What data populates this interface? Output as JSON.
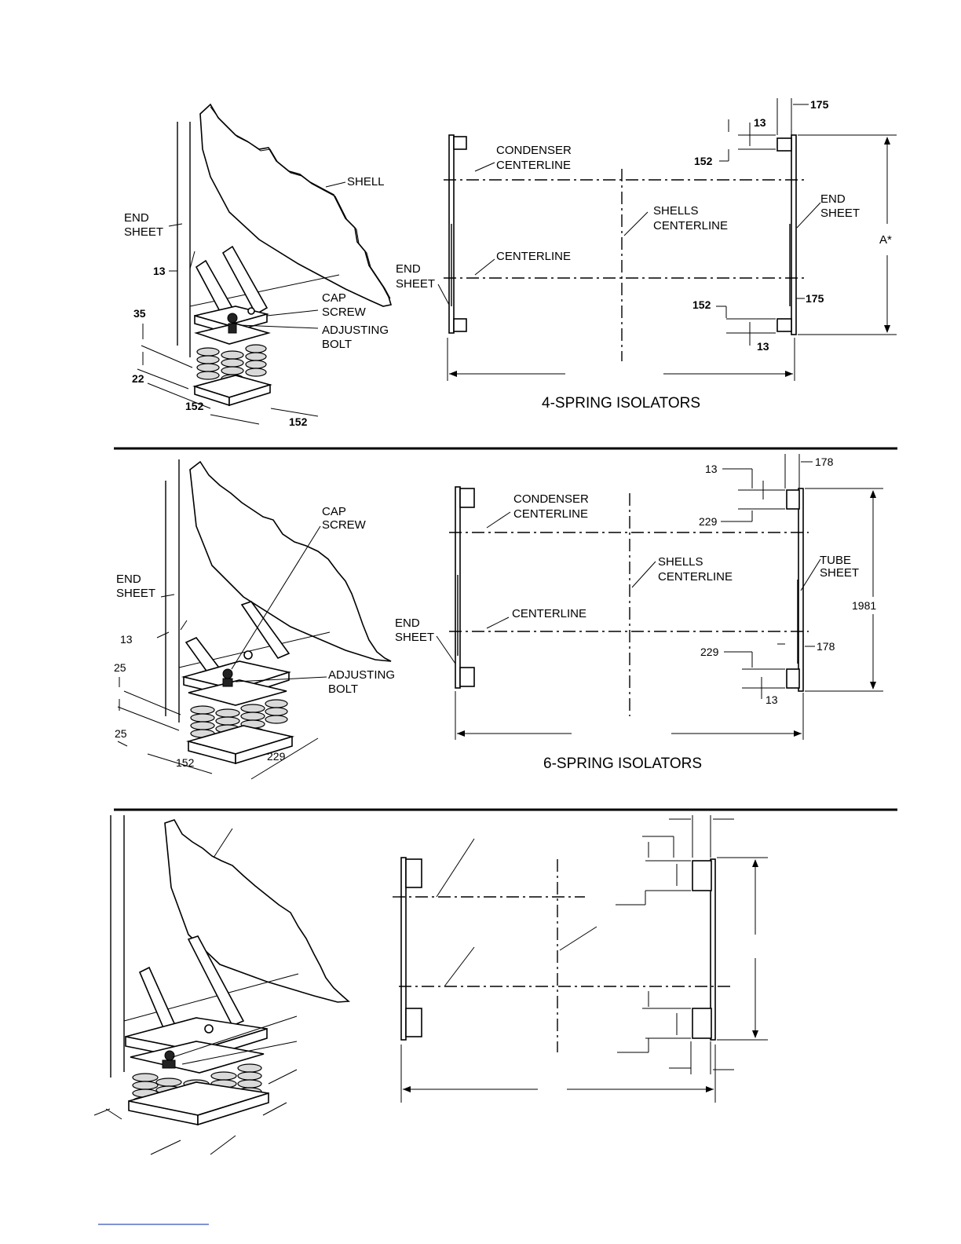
{
  "top": {
    "caption": "4-SPRING ISOLATORS",
    "iso_labels": {
      "shell": "SHELL",
      "end_sheet_1": "END",
      "end_sheet_2": "SHEET",
      "cap_screw_1": "CAP",
      "cap_screw_2": "SCREW",
      "adjusting_bolt_1": "ADJUSTING",
      "adjusting_bolt_2": "BOLT"
    },
    "iso_dims": {
      "gap": "13",
      "d35": "35",
      "d22": "22",
      "w152a": "152",
      "w152b": "152"
    },
    "plan_labels": {
      "condenser_1": "CONDENSER",
      "condenser_2": "CENTERLINE",
      "shells_1": "SHELLS",
      "shells_2": "CENTERLINE",
      "centerline": "CENTERLINE",
      "end_sheet_l1": "END",
      "end_sheet_l2": "SHEET",
      "end_sheet_r1": "END",
      "end_sheet_r2": "SHEET"
    },
    "plan_dims": {
      "top_offset": "175",
      "bot_offset": "175",
      "d13_top": "13",
      "d152_top": "152",
      "d152_bot": "152",
      "d13_bot": "13",
      "overall": "A*"
    }
  },
  "middle": {
    "caption": "6-SPRING ISOLATORS",
    "iso_labels": {
      "cap_screw_1": "CAP",
      "cap_screw_2": "SCREW",
      "end_sheet_1": "END",
      "end_sheet_2": "SHEET",
      "adjusting_bolt_1": "ADJUSTING",
      "adjusting_bolt_2": "BOLT"
    },
    "iso_dims": {
      "gap": "13",
      "d25a": "25",
      "d25b": "25",
      "w152": "152",
      "w229": "229"
    },
    "plan_labels": {
      "condenser_1": "CONDENSER",
      "condenser_2": "CENTERLINE",
      "shells_1": "SHELLS",
      "shells_2": "CENTERLINE",
      "tube_1": "TUBE",
      "tube_2": "SHEET",
      "centerline": "CENTERLINE",
      "end_sheet_1": "END",
      "end_sheet_2": "SHEET"
    },
    "plan_dims": {
      "top_offset": "178",
      "bot_offset": "178",
      "d13_top": "13",
      "d229_top": "229",
      "d229_bot": "229",
      "d13_bot": "13",
      "overall": "1981"
    }
  }
}
